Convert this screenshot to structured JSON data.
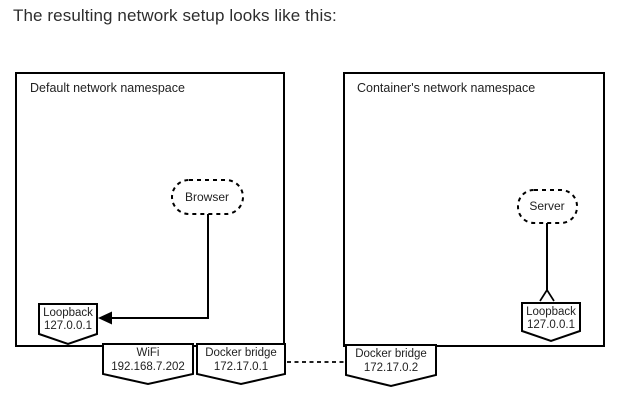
{
  "title": "The resulting network setup looks like this:",
  "diagram": {
    "default_ns": {
      "label": "Default network namespace",
      "browser": {
        "label": "Browser"
      },
      "loopback": {
        "name": "Loopback",
        "ip": "127.0.0.1"
      },
      "wifi": {
        "name": "WiFi",
        "ip": "192.168.7.202"
      },
      "docker_bridge": {
        "name": "Docker bridge",
        "ip": "172.17.0.1"
      }
    },
    "container_ns": {
      "label": "Container's network namespace",
      "server": {
        "label": "Server"
      },
      "loopback": {
        "name": "Loopback",
        "ip": "127.0.0.1"
      },
      "docker_bridge": {
        "name": "Docker bridge",
        "ip": "172.17.0.2"
      }
    },
    "colors": {
      "stroke": "#000000",
      "text": "#222222",
      "background": "#ffffff"
    }
  }
}
